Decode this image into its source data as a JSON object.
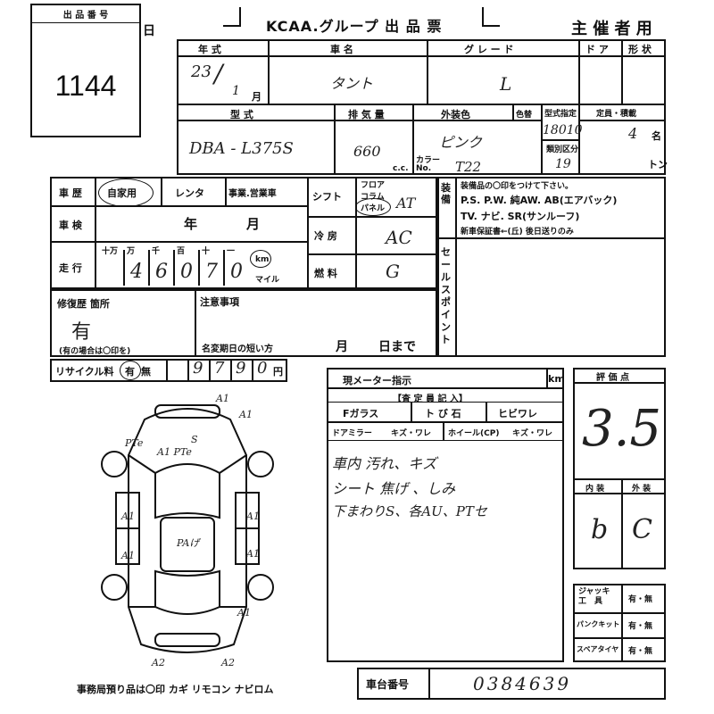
{
  "header": {
    "lot_label": "出 品 番 号",
    "lot_number": "1144",
    "day_mark": "日",
    "title": "KCAA.グループ 出 品 票",
    "organizer": "主 催 者 用"
  },
  "vehicle": {
    "labels": {
      "year": "年 式",
      "model": "車 名",
      "grade": "グ レ ー ド",
      "doors": "ド ア",
      "body": "形 状",
      "type": "型 式",
      "displacement": "排 気 量",
      "exterior_color": "外装色",
      "color_change": "色替",
      "type_designation": "型式指定",
      "capacity": "定員・積載",
      "class_code": "類別区分",
      "cc": "c.c.",
      "color_no": "カラー\nNo.",
      "persons": "名",
      "tons": "トン"
    },
    "year_hand": "23",
    "year_sep": "/",
    "month_hand": "1",
    "month_label": "月",
    "name_hand": "タント",
    "grade_hand": "L",
    "type_hand": "DBA - L375S",
    "displacement_hand": "660",
    "color_hand": "ピンク",
    "color_no_hand": "T22",
    "type_designation_hand": "18010",
    "class_hand": "19",
    "capacity_hand": "4"
  },
  "history": {
    "label": "車 歴",
    "options": [
      "自家用",
      "レンタ",
      "事業.営業車"
    ],
    "inspection_label": "車 検",
    "year_label": "年",
    "month_label": "月",
    "mileage_label": "走 行",
    "digit_units": [
      "十万",
      "万",
      "千",
      "百",
      "十",
      "一"
    ],
    "mileage_digits": [
      "",
      "4",
      "6",
      "0",
      "7",
      "0"
    ],
    "km_label": "km",
    "mile_label": "マイル"
  },
  "shift": {
    "label": "シフト",
    "options": [
      "フロア",
      "コラム",
      "パネル"
    ],
    "value_hand": "AT",
    "aircon_label": "冷 房",
    "aircon_hand": "AC",
    "fuel_label": "燃 料",
    "fuel_hand": "G"
  },
  "equipment": {
    "side_label": "装備",
    "note": "装備品の〇印をつけて下さい。",
    "line1": "P.S. P.W. 純AW. AB(エアバック)",
    "line2": "TV. ナビ. SR(サンルーフ)",
    "line3": "新車保証書←(丘) 後日送りのみ",
    "sales_label": "セールスポイント"
  },
  "repair": {
    "label": "修復歴 箇所",
    "value_hand": "有",
    "note": "(有の場合は〇印を)",
    "caution_label": "注意事項",
    "short_expiry_label": "名変期日の短い方",
    "month_label": "月",
    "day_label": "日まで"
  },
  "recycle": {
    "label": "リサイクル料",
    "options": [
      "有",
      "無"
    ],
    "digits": [
      "",
      "9",
      "7",
      "9",
      "0"
    ],
    "yen": "円"
  },
  "diagram": {
    "marks": [
      "A1",
      "A1",
      "PTe",
      "A1 PTe",
      "A1",
      "A1",
      "PAげ",
      "A1",
      "A1",
      "A2",
      "A2",
      "A1",
      "S"
    ],
    "footer": "事務局預り品は〇印 カギ リモコン ナビロム"
  },
  "inspection": {
    "meter_label": "現メーター指示",
    "meter_unit": "km",
    "record_label": "【査 定 員 記 入】",
    "items": [
      "Fガラス",
      "ト び 石",
      "ヒビワレ",
      "ドアミラー",
      "キズ・ワレ",
      "ホイール(CP)",
      "キズ・ワレ"
    ],
    "notes_hand": [
      "車内 汚れ、キズ",
      "シート 焦げ 、しみ",
      "下まわりS、各AU、PTセ"
    ]
  },
  "score": {
    "label": "評 価 点",
    "value_hand": "3.5",
    "interior_label": "内 装",
    "exterior_label": "外 装",
    "interior_hand": "b",
    "exterior_hand": "C"
  },
  "tools": {
    "rows": [
      {
        "label": "ジャッキ 工 具",
        "value": "有・無"
      },
      {
        "label": "パンクキット",
        "value": "有・無"
      },
      {
        "label": "スペアタイヤ",
        "value": "有・無"
      }
    ]
  },
  "chassis": {
    "label": "車台番号",
    "value_hand": "0384639"
  }
}
